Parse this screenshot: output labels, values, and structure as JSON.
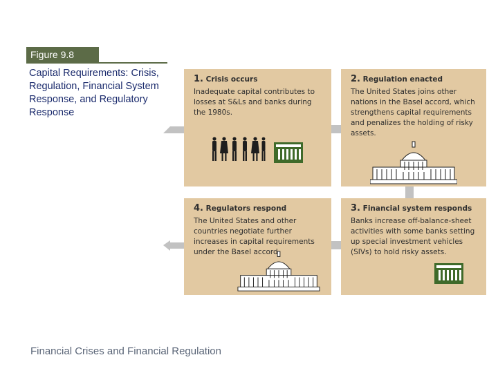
{
  "figure": {
    "tab_label": "Figure 9.8",
    "caption": "Capital Requirements: Crisis, Regulation, Financial System Response, and Regulatory Response"
  },
  "panels": [
    {
      "number": "1.",
      "title": "Crisis occurs",
      "body": "Inadequate capital contributes to losses at S&Ls and banks during the 1980s.",
      "icons": [
        "people-icon",
        "bank-icon"
      ]
    },
    {
      "number": "2.",
      "title": "Regulation enacted",
      "body": "The United States joins other nations in the Basel accord, which strengthens capital requirements and penalizes the holding of risky assets.",
      "icons": [
        "capitol-icon"
      ]
    },
    {
      "number": "3.",
      "title": "Financial system responds",
      "body": "Banks increase off-balance-sheet activities with some banks setting up special investment vehicles (SIVs) to hold risky assets.",
      "icons": [
        "bank-icon"
      ]
    },
    {
      "number": "4.",
      "title": "Regulators respond",
      "body": "The United States and other countries negotiate further increases in capital requirements under the Basel accord.",
      "icons": [
        "capitol-icon"
      ]
    }
  ],
  "colors": {
    "panel_fill": "#e2c9a2",
    "accent_green": "#3f6a2a",
    "tab_fill": "#5c6b47",
    "caption_text": "#1a2a6c"
  },
  "footer": "Financial Crises and Financial Regulation"
}
